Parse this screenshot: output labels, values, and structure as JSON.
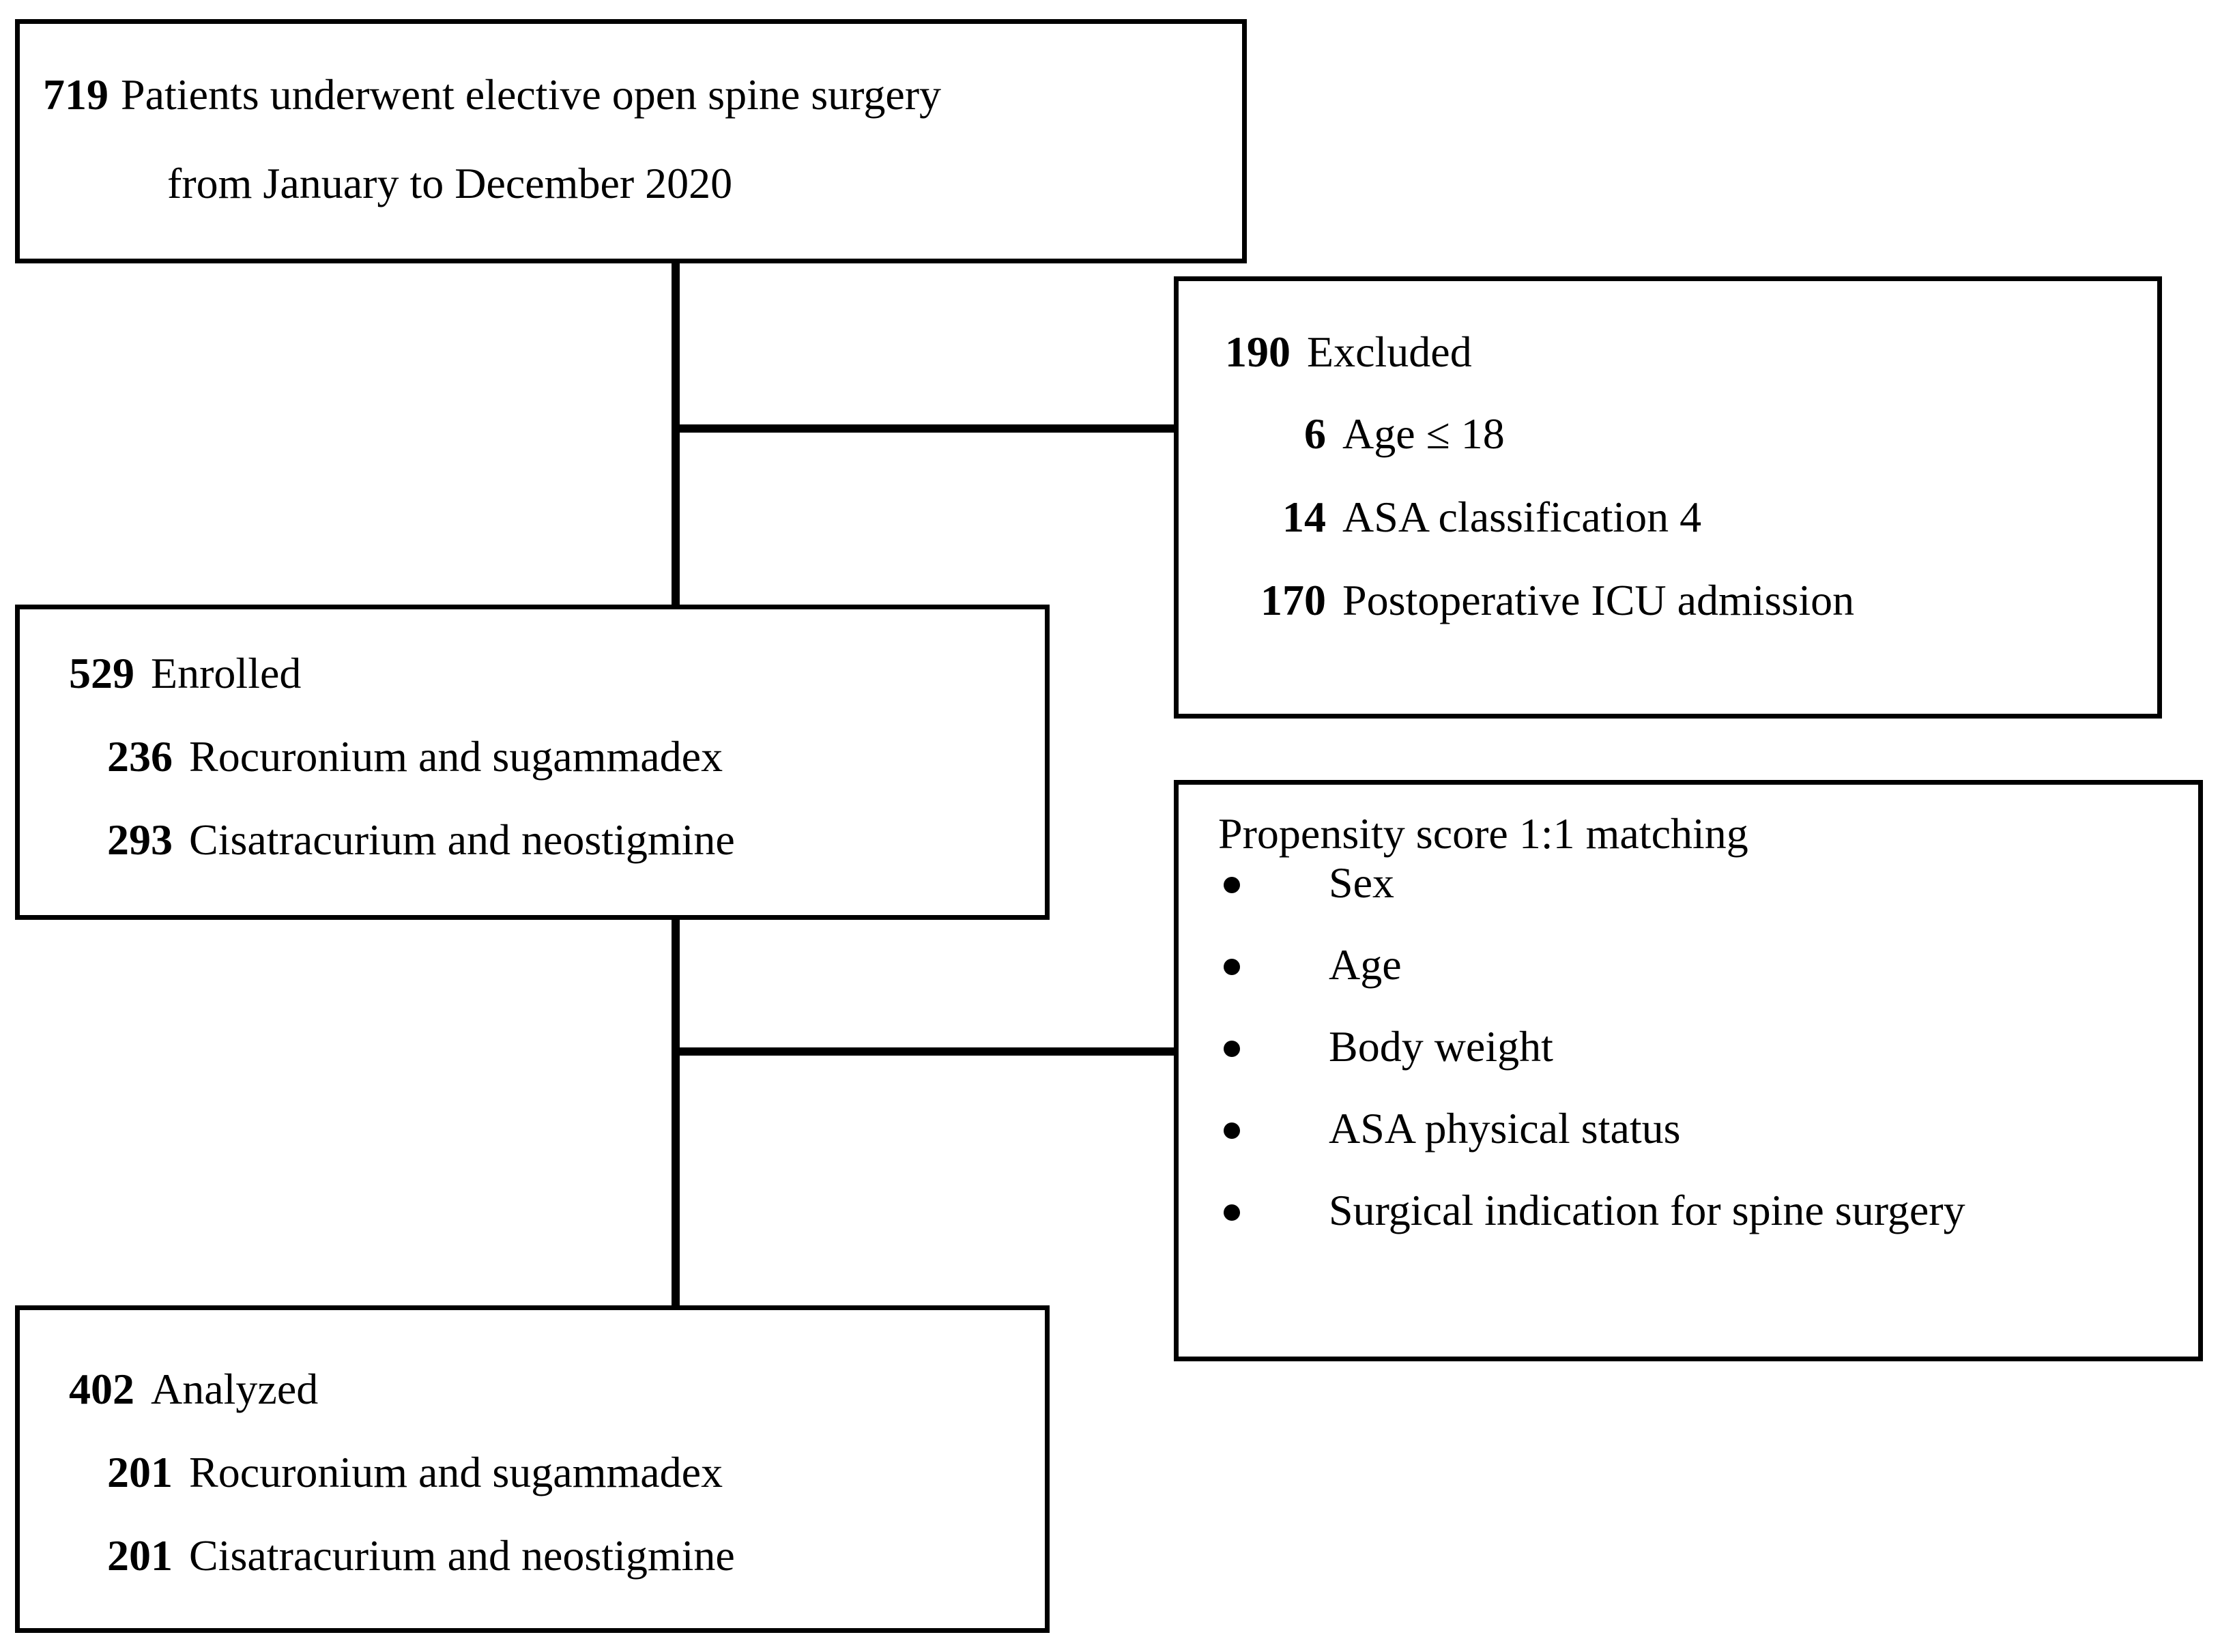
{
  "diagram": {
    "title": "CONSORT-style patient flow diagram",
    "line_color": "#000000",
    "background_color": "#ffffff"
  },
  "boxes": {
    "screened": {
      "name": "screened-box",
      "lines": [
        {
          "count": "719",
          "text": "Patients underwent elective open spine surgery"
        },
        {
          "count": "",
          "text": "from January to December 2020"
        }
      ]
    },
    "excluded": {
      "name": "excluded-box",
      "heading_count": "190",
      "heading_text": "Excluded",
      "items": [
        {
          "count": "6",
          "text": "Age ≤ 18"
        },
        {
          "count": "14",
          "text": "ASA classification 4"
        },
        {
          "count": "170",
          "text": "Postoperative ICU admission"
        }
      ]
    },
    "enrolled": {
      "name": "enrolled-box",
      "heading_count": "529",
      "heading_text": "Enrolled",
      "items": [
        {
          "count": "236",
          "text": "Rocuronium and sugammadex"
        },
        {
          "count": "293",
          "text": "Cisatracurium and neostigmine"
        }
      ]
    },
    "matching": {
      "name": "propensity-matching-box",
      "heading": "Propensity score 1:1 matching",
      "bullets": [
        "Sex",
        "Age",
        "Body weight",
        "ASA physical status",
        "Surgical indication for spine surgery"
      ]
    },
    "analyzed": {
      "name": "analyzed-box",
      "heading_count": "402",
      "heading_text": "Analyzed",
      "items": [
        {
          "count": "201",
          "text": "Rocuronium and sugammadex"
        },
        {
          "count": "201",
          "text": "Cisatracurium and neostigmine"
        }
      ]
    }
  }
}
